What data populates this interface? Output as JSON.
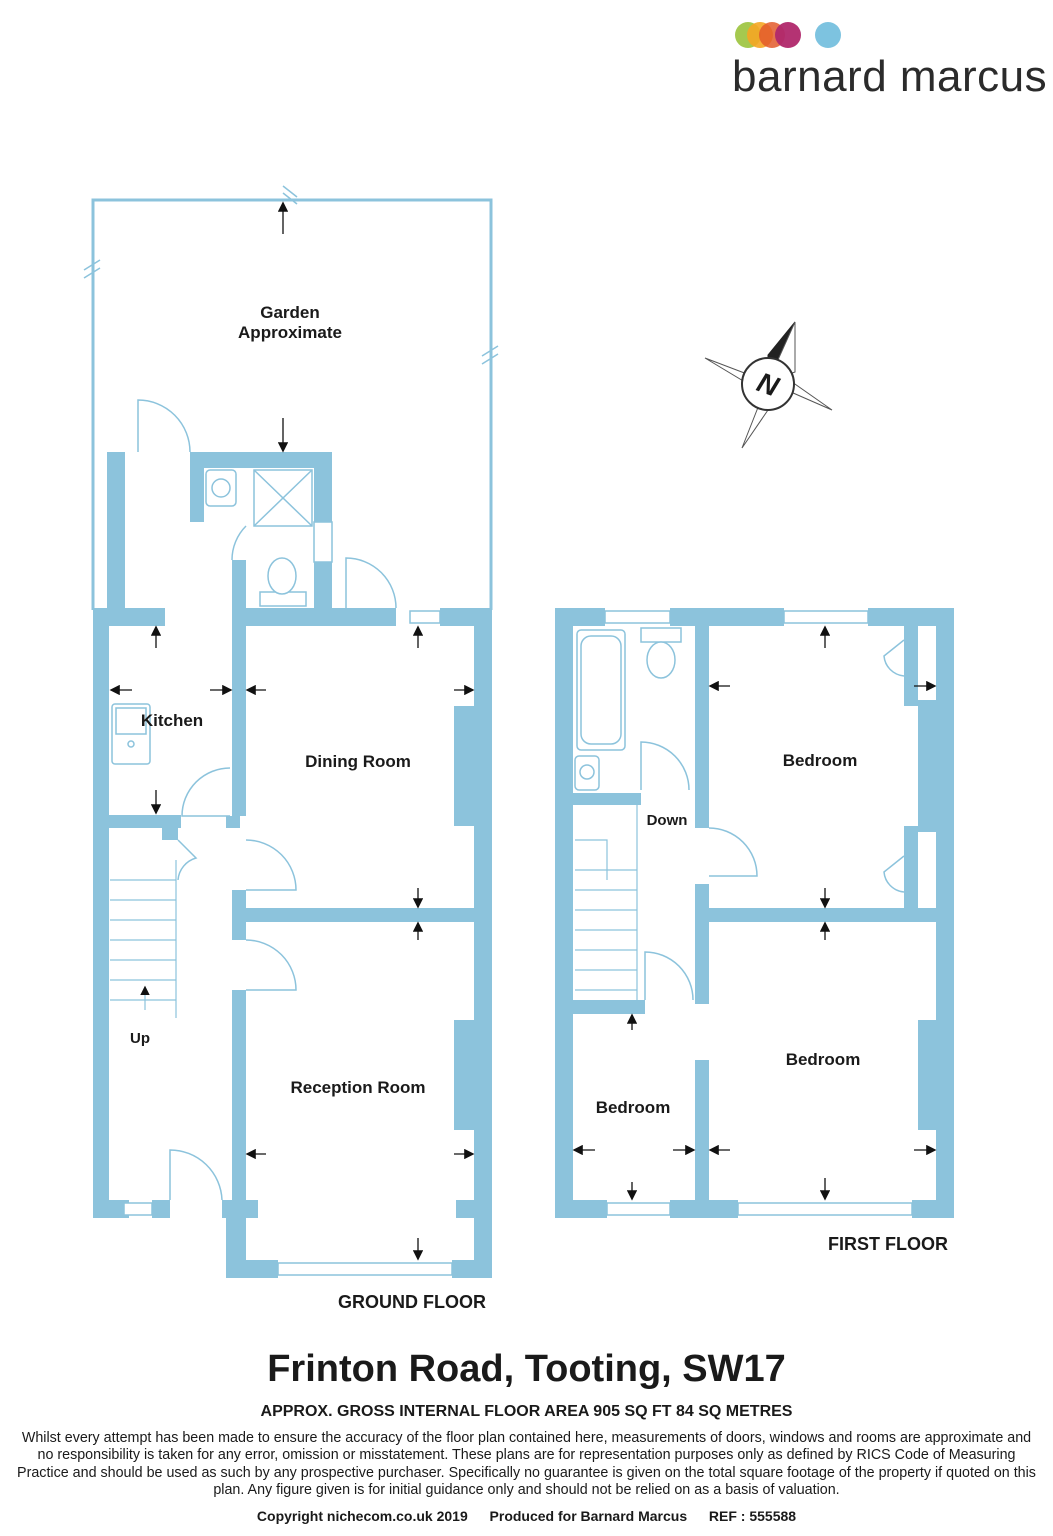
{
  "brand": {
    "name": "barnard marcus",
    "dot_colors": [
      "#9bc33c",
      "#f5a623",
      "#e35a2b",
      "#b0286b",
      "#7dc3e0"
    ]
  },
  "colors": {
    "wall": "#8cc3dc",
    "fixture": "#8cc3dc",
    "arrow": "#111111"
  },
  "compass": {
    "letter": "N"
  },
  "ground_floor": {
    "caption": "GROUND FLOOR",
    "rooms": {
      "garden_line1": "Garden",
      "garden_line2": "Approximate",
      "kitchen": "Kitchen",
      "dining": "Dining Room",
      "reception": "Reception Room"
    },
    "stairs": "Up"
  },
  "first_floor": {
    "caption": "FIRST FLOOR",
    "rooms": {
      "bedroom_rear": "Bedroom",
      "bedroom_front": "Bedroom",
      "bedroom_small": "Bedroom"
    },
    "stairs": "Down"
  },
  "property": {
    "title": "Frinton Road, Tooting, SW17",
    "area": "APPROX. GROSS INTERNAL FLOOR AREA 905 SQ FT 84 SQ METRES"
  },
  "disclaimer": "Whilst every attempt has been made to ensure the accuracy of the floor plan contained here, measurements of doors, windows and rooms are approximate and no responsibility is taken for any error, omission or misstatement. These plans are for representation purposes only as defined by RICS Code of Measuring Practice and should be used as such by any prospective purchaser.  Specifically no guarantee is given on the total square footage of the property if quoted on this plan. Any figure given is for initial guidance only and should not be relied on as a basis of valuation.",
  "footer": {
    "copyright": "Copyright nichecom.co.uk 2019",
    "produced": "Produced for Barnard Marcus",
    "ref": "REF : 555588"
  }
}
